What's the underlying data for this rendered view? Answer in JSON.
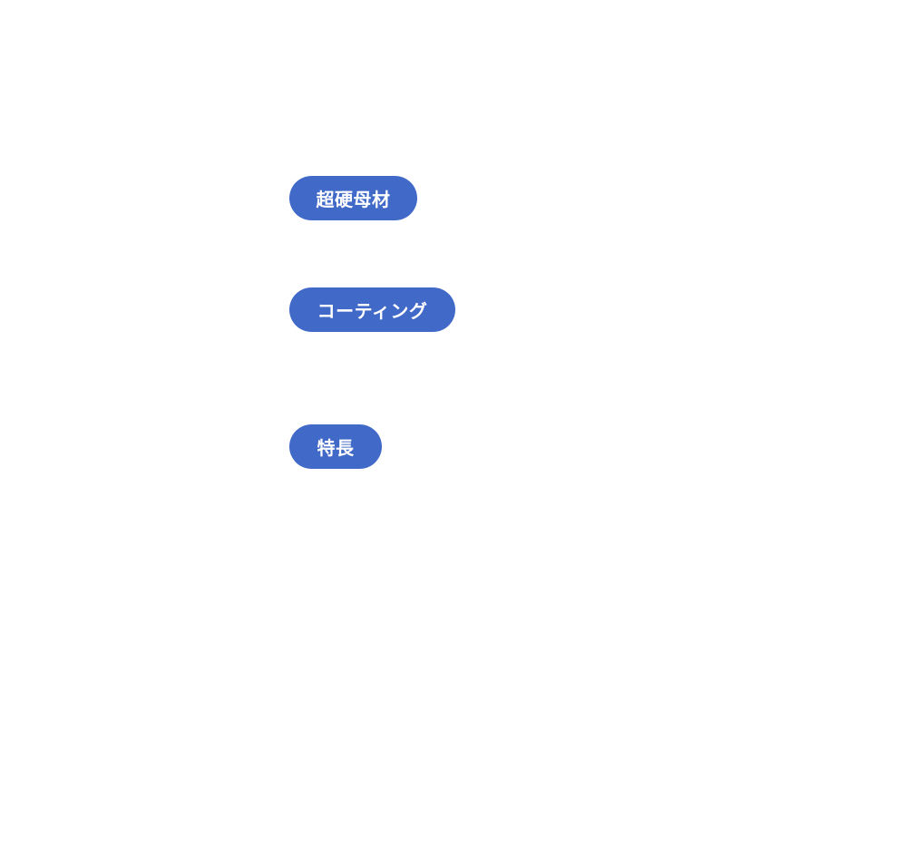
{
  "labels": {
    "carbide_substrate": "超硬母材",
    "coating": "コーティング",
    "features": "特長"
  },
  "colors": {
    "pill_background": "#4169c8",
    "pill_text": "#ffffff",
    "page_background": "#ffffff"
  }
}
